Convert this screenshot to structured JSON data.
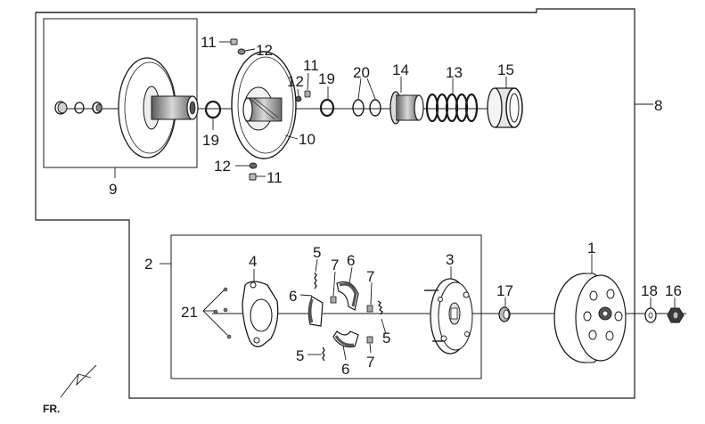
{
  "callouts": {
    "c1": "1",
    "c2": "2",
    "c3": "3",
    "c4": "4",
    "c5a": "5",
    "c5b": "5",
    "c5c": "5",
    "c6a": "6",
    "c6b": "6",
    "c6c": "6",
    "c7a": "7",
    "c7b": "7",
    "c7c": "7",
    "c8": "8",
    "c9": "9",
    "c10": "10",
    "c11a": "11",
    "c11b": "11",
    "c11c": "11",
    "c12a": "12",
    "c12b": "12",
    "c12c": "12",
    "c13": "13",
    "c14": "14",
    "c15": "15",
    "c16": "16",
    "c17": "17",
    "c18": "18",
    "c19a": "19",
    "c19b": "19",
    "c20": "20",
    "c21": "21"
  },
  "orientation": {
    "label": "FR."
  },
  "colors": {
    "line": "#1a1a1a",
    "part_fill": "#ffffff",
    "shade": "#9a9a9a",
    "dark": "#4a4a4a"
  }
}
